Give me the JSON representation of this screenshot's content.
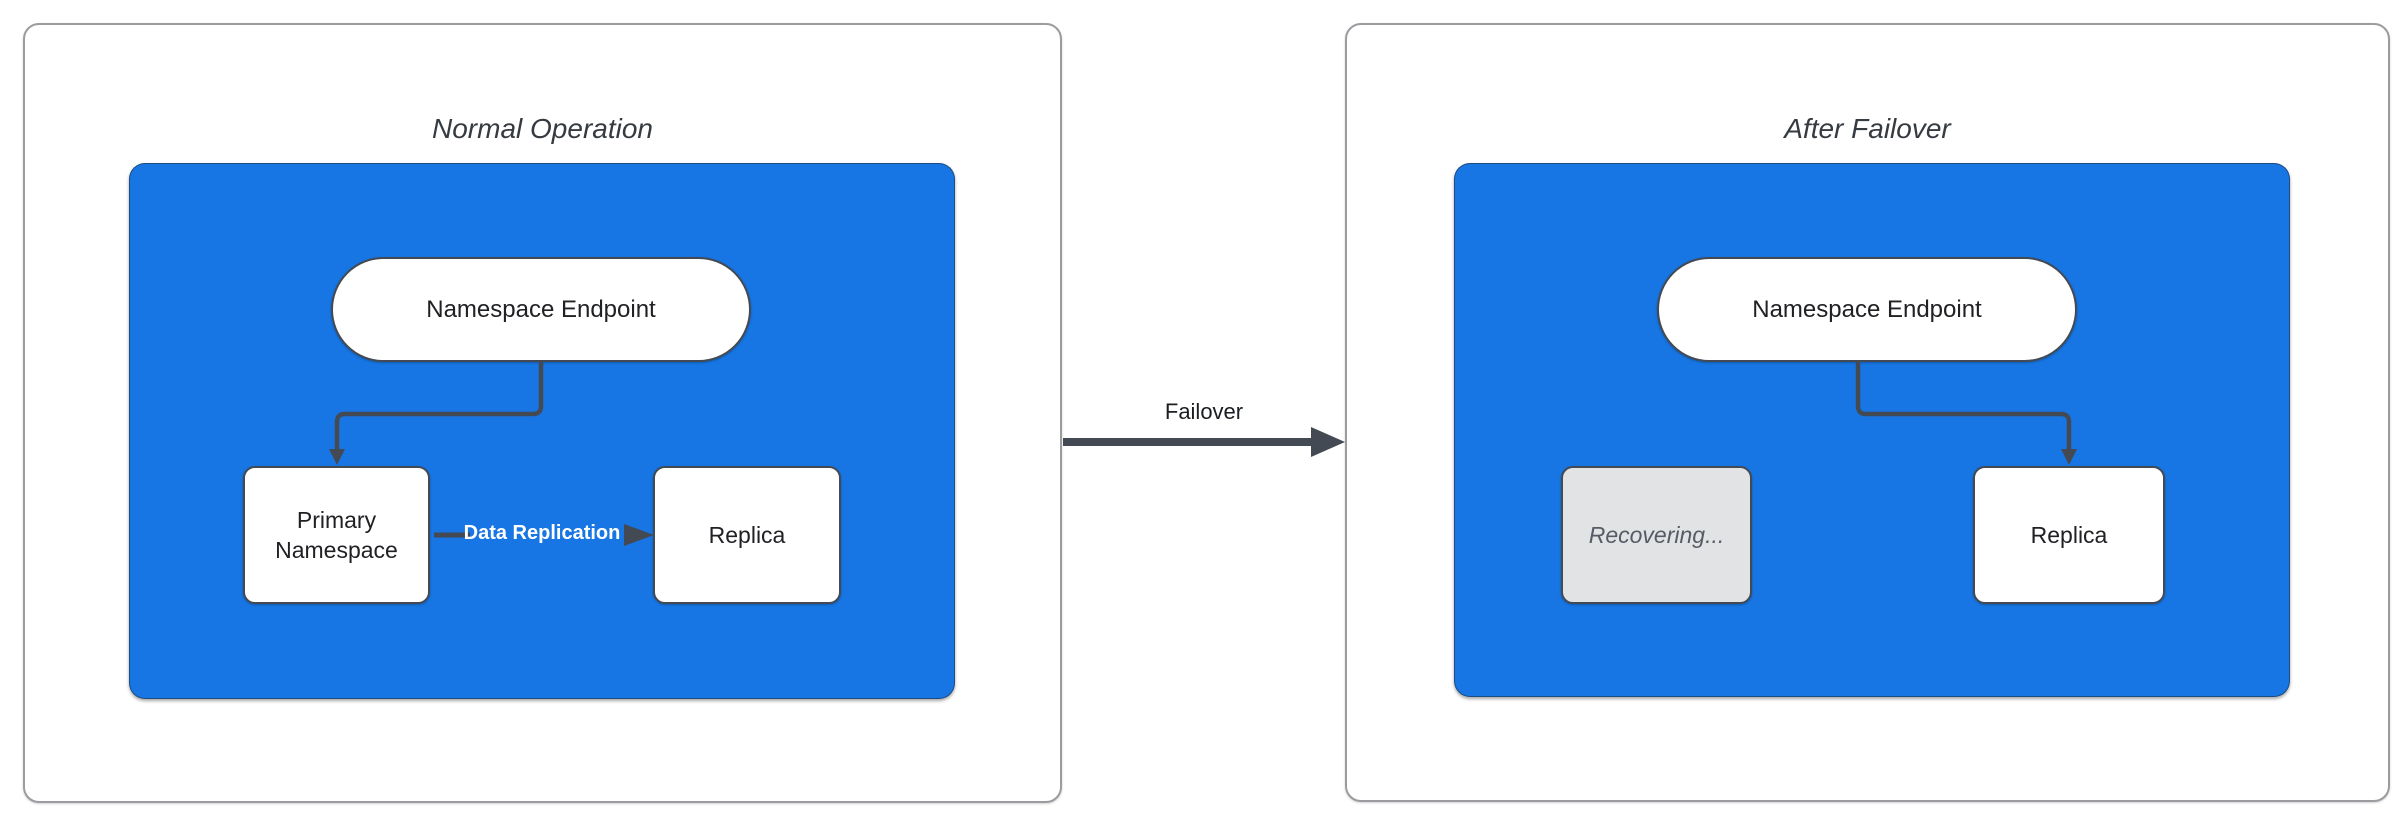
{
  "diagram": {
    "transition": {
      "label": "Failover"
    },
    "panels": [
      {
        "title": "Normal Operation",
        "nodes": {
          "endpoint": "Namespace Endpoint",
          "primary": "Primary Namespace",
          "replica": "Replica"
        },
        "edge_label": "Data Replication"
      },
      {
        "title": "After Failover",
        "nodes": {
          "endpoint": "Namespace Endpoint",
          "recovering": "Recovering...",
          "replica": "Replica"
        }
      }
    ],
    "colors": {
      "container_blue": "#1776e3",
      "connector_dark": "#434a53",
      "panel_border_gray": "#9a9c9f",
      "recovering_fill_gray": "#e2e3e5",
      "recovering_text_gray": "#565c65",
      "node_text": "#202124",
      "edge_label_text": "#ffffff"
    }
  }
}
